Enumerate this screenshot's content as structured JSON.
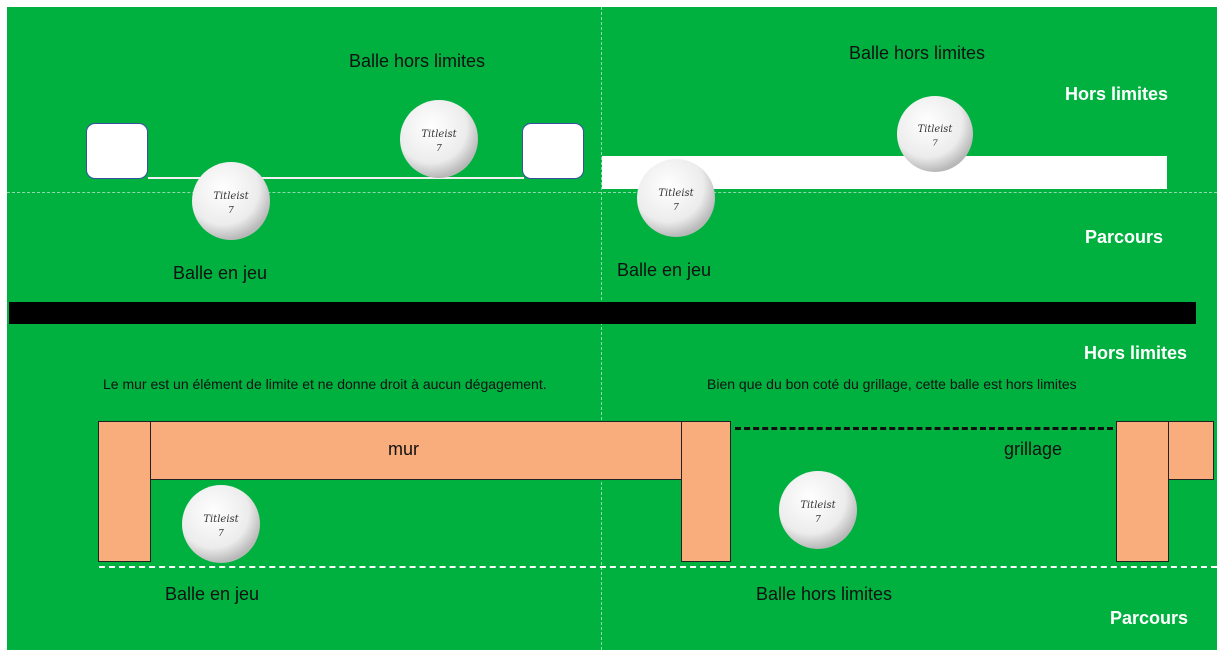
{
  "labels": {
    "top_left_out": "Balle hors limites",
    "top_left_in": "Balle en jeu",
    "top_right_out": "Balle hors limites",
    "top_right_in": "Balle en jeu",
    "zone_out_1": "Hors limites",
    "zone_course_1": "Parcours",
    "zone_out_2": "Hors limites",
    "zone_course_2": "Parcours",
    "wall_caption": "Le mur est un élément de limite et ne donne droit à aucun dégagement.",
    "fence_caption": "Bien que du bon coté du grillage, cette balle est hors limites",
    "wall_label": "mur",
    "fence_label": "grillage",
    "bottom_left_in": "Balle en jeu",
    "bottom_right_out": "Balle hors limites"
  },
  "ball": {
    "brand": "Titleist",
    "number": "7"
  },
  "colors": {
    "field": "#00b140",
    "wall": "#f9ad7c",
    "bar": "#000000"
  }
}
